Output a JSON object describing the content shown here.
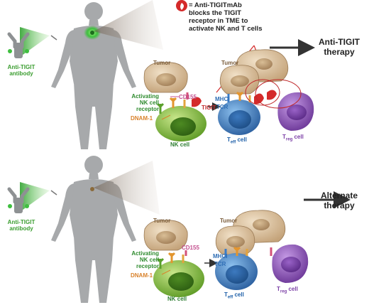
{
  "panel_top": {
    "antibody_label": [
      "Anti-TIGIT",
      "antibody"
    ],
    "note_prefix": "= Anti-TIGITmAb",
    "note_lines": [
      "blocks the TIGIT",
      "receptor in TME to",
      "activate NK and T cells"
    ],
    "therapy_label": [
      "Anti-TIGIT",
      "therapy"
    ],
    "tumor_label_1": "Tumor",
    "tumor_label_2": "Tumor",
    "activating_label": [
      "Activating",
      "NK cell",
      "receptor"
    ],
    "dnam_label": "DNAM-1",
    "cd155_label": "CD155",
    "tigit_label": "TIGIT",
    "mhci_label": "MHCI",
    "tcr_label": "TCR",
    "nk_cell_label": "NK cell",
    "teff_label": "T",
    "teff_sub": "eff",
    "teff_suffix": " cell",
    "treg_label": "T",
    "treg_sub": "reg",
    "treg_suffix": " cell"
  },
  "panel_bottom": {
    "antibody_label": [
      "Anti-TIGIT",
      "antibody"
    ],
    "therapy_label": [
      "Alternate",
      "therapy"
    ],
    "tumor_label_1": "Tumor",
    "tumor_label_2": "Tumor",
    "activating_label": [
      "Activating",
      "NK cell",
      "receptor"
    ],
    "dnam_label": "DNAM-1",
    "cd155_label": "CD155",
    "mhci_label": "MHCI",
    "tcr_label": "TCR",
    "nk_cell_label": "NK cell",
    "teff_label": "T",
    "teff_sub": "eff",
    "teff_suffix": " cell",
    "treg_label": "T",
    "treg_sub": "reg",
    "treg_suffix": " cell"
  },
  "colors": {
    "nk_cell": "#7dbb3a",
    "teff_cell": "#3a7cc8",
    "treg_cell": "#8a55b8",
    "tumor_cell": "#dcc3a0",
    "antibody_red": "#d42a2a",
    "body_gray": "#a7a9ab"
  }
}
